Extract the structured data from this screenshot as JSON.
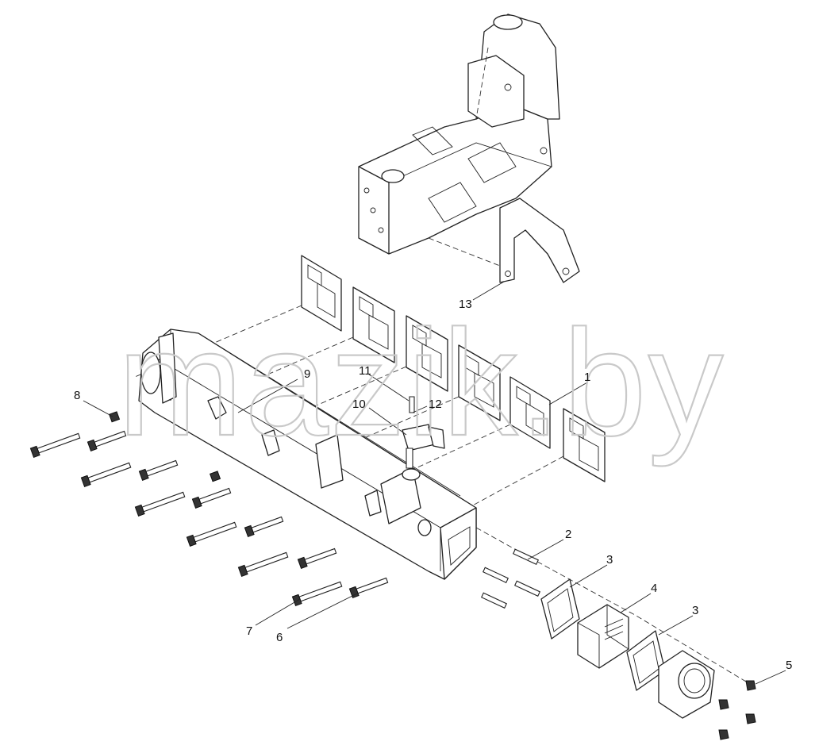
{
  "watermark": "mazik.by",
  "callouts": [
    {
      "id": "callout-1",
      "text": "1"
    },
    {
      "id": "callout-2",
      "text": "2"
    },
    {
      "id": "callout-3a",
      "text": "3"
    },
    {
      "id": "callout-3b",
      "text": "3"
    },
    {
      "id": "callout-4",
      "text": "4"
    },
    {
      "id": "callout-5",
      "text": "5"
    },
    {
      "id": "callout-6",
      "text": "6"
    },
    {
      "id": "callout-7",
      "text": "7"
    },
    {
      "id": "callout-8",
      "text": "8"
    },
    {
      "id": "callout-9",
      "text": "9"
    },
    {
      "id": "callout-10",
      "text": "10"
    },
    {
      "id": "callout-11",
      "text": "11"
    },
    {
      "id": "callout-12",
      "text": "12"
    },
    {
      "id": "callout-13",
      "text": "13"
    }
  ]
}
